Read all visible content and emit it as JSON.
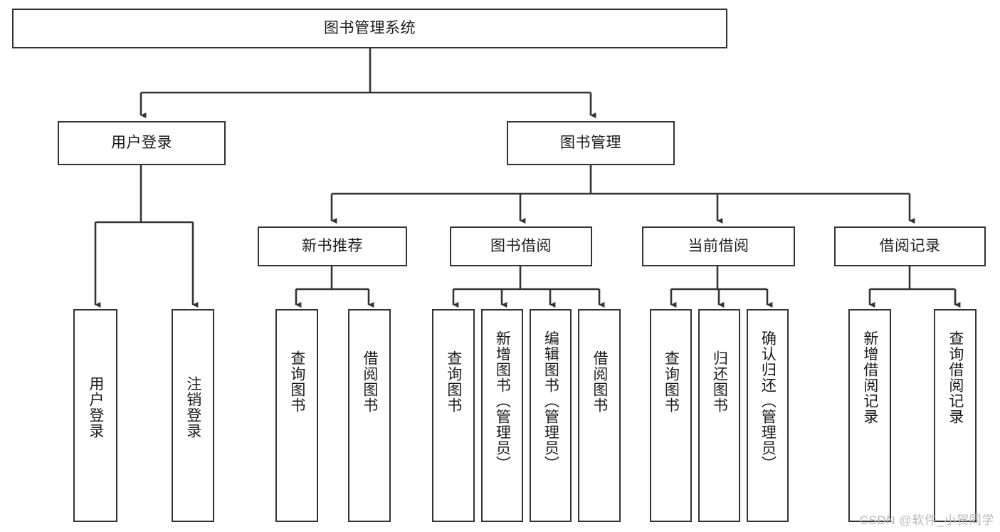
{
  "diagram": {
    "type": "tree-hierarchy",
    "title": "图书管理系统",
    "watermark": "CSDN @软件_小贺同学",
    "colors": {
      "box_border": "#333333",
      "box_fill": "#ffffff",
      "edge": "#333333",
      "text": "#1a1a1a",
      "watermark": "#b9b9b9",
      "background": "#ffffff"
    },
    "nodes": {
      "root": {
        "label": "图书管理系统",
        "level": 0,
        "orientation": "horizontal"
      },
      "user_login": {
        "label": "用户登录",
        "level": 1,
        "orientation": "horizontal"
      },
      "book_manage": {
        "label": "图书管理",
        "level": 1,
        "orientation": "horizontal"
      },
      "new_book_rec": {
        "label": "新书推荐",
        "level": 2,
        "orientation": "horizontal"
      },
      "book_borrow": {
        "label": "图书借阅",
        "level": 2,
        "orientation": "horizontal"
      },
      "current_borrow": {
        "label": "当前借阅",
        "level": 2,
        "orientation": "horizontal"
      },
      "borrow_record": {
        "label": "借阅记录",
        "level": 2,
        "orientation": "horizontal"
      },
      "leaf_user_login": {
        "label": "用户登录",
        "level": 3,
        "orientation": "vertical"
      },
      "leaf_logout": {
        "label": "注销登录",
        "level": 3,
        "orientation": "vertical"
      },
      "leaf_query_book_1": {
        "label": "查询图书",
        "level": 3,
        "orientation": "vertical"
      },
      "leaf_borrow_book_1": {
        "label": "借阅图书",
        "level": 3,
        "orientation": "vertical"
      },
      "leaf_query_book_2": {
        "label": "查询图书",
        "level": 3,
        "orientation": "vertical"
      },
      "leaf_add_book": {
        "label": "新增图书（管理员）",
        "level": 3,
        "orientation": "vertical"
      },
      "leaf_edit_book": {
        "label": "编辑图书（管理员）",
        "level": 3,
        "orientation": "vertical"
      },
      "leaf_borrow_book_2": {
        "label": "借阅图书",
        "level": 3,
        "orientation": "vertical"
      },
      "leaf_query_book_3": {
        "label": "查询图书",
        "level": 3,
        "orientation": "vertical"
      },
      "leaf_return_book": {
        "label": "归还图书",
        "level": 3,
        "orientation": "vertical"
      },
      "leaf_confirm_return": {
        "label": "确认归还（管理员）",
        "level": 3,
        "orientation": "vertical"
      },
      "leaf_add_record": {
        "label": "新增借阅记录",
        "level": 3,
        "orientation": "vertical"
      },
      "leaf_query_record": {
        "label": "查询借阅记录",
        "level": 3,
        "orientation": "vertical"
      }
    },
    "edges": [
      {
        "from": "root",
        "to": "user_login"
      },
      {
        "from": "root",
        "to": "book_manage"
      },
      {
        "from": "user_login",
        "to": "leaf_user_login"
      },
      {
        "from": "user_login",
        "to": "leaf_logout"
      },
      {
        "from": "book_manage",
        "to": "new_book_rec"
      },
      {
        "from": "book_manage",
        "to": "book_borrow"
      },
      {
        "from": "book_manage",
        "to": "current_borrow"
      },
      {
        "from": "book_manage",
        "to": "borrow_record"
      },
      {
        "from": "new_book_rec",
        "to": "leaf_query_book_1"
      },
      {
        "from": "new_book_rec",
        "to": "leaf_borrow_book_1"
      },
      {
        "from": "book_borrow",
        "to": "leaf_query_book_2"
      },
      {
        "from": "book_borrow",
        "to": "leaf_add_book"
      },
      {
        "from": "book_borrow",
        "to": "leaf_edit_book"
      },
      {
        "from": "book_borrow",
        "to": "leaf_borrow_book_2"
      },
      {
        "from": "current_borrow",
        "to": "leaf_query_book_3"
      },
      {
        "from": "current_borrow",
        "to": "leaf_return_book"
      },
      {
        "from": "current_borrow",
        "to": "leaf_confirm_return"
      },
      {
        "from": "borrow_record",
        "to": "leaf_add_record"
      },
      {
        "from": "borrow_record",
        "to": "leaf_query_record"
      }
    ]
  }
}
